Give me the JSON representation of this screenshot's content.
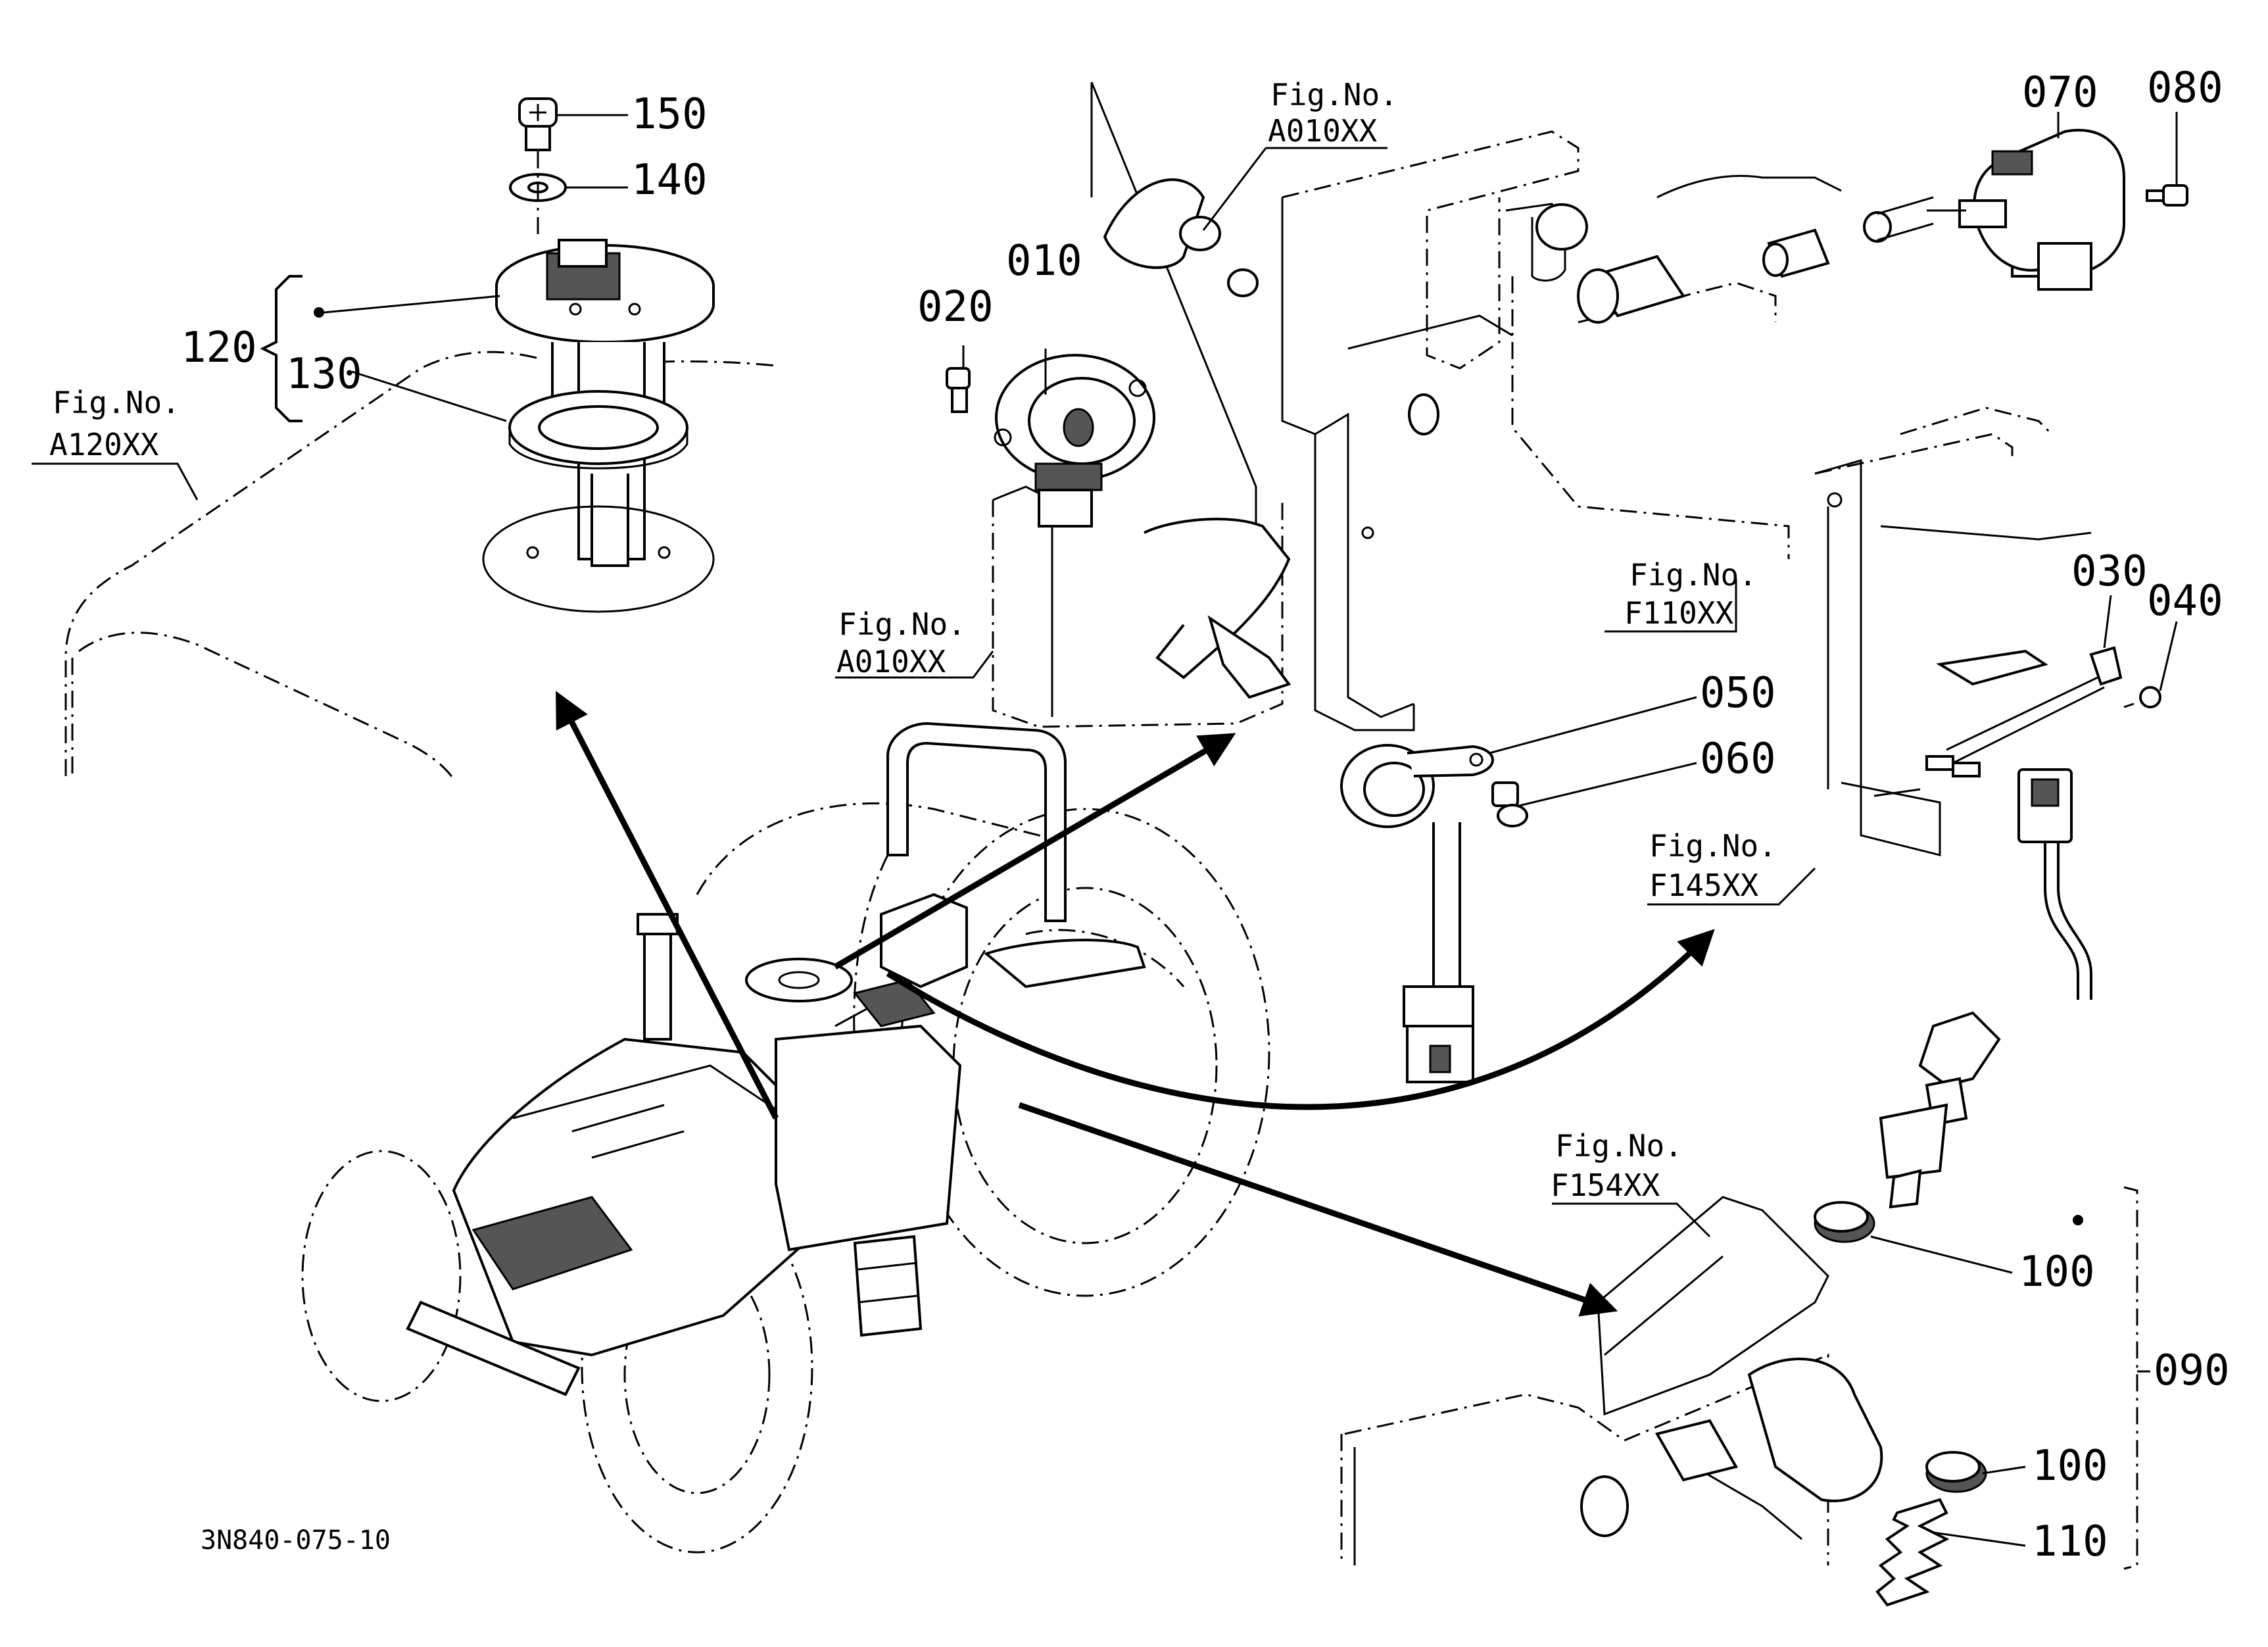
{
  "drawing_code": "3N840-075-10",
  "figure_refs": {
    "a120": {
      "title": "Fig.No.",
      "code": "A120XX"
    },
    "a010_top": {
      "title": "Fig.No.",
      "code": "A010XX"
    },
    "a010_mid": {
      "title": "Fig.No.",
      "code": "A010XX"
    },
    "f110": {
      "title": "Fig.No.",
      "code": "F110XX"
    },
    "f145": {
      "title": "Fig.No.",
      "code": "F145XX"
    },
    "f154": {
      "title": "Fig.No.",
      "code": "F154XX"
    }
  },
  "part_labels": {
    "p150": "150",
    "p140": "140",
    "p120": "120",
    "p130": "130",
    "p010": "010",
    "p020": "020",
    "p070": "070",
    "p080": "080",
    "p030": "030",
    "p040": "040",
    "p050": "050",
    "p060": "060",
    "p100a": "100",
    "p090": "090",
    "p100b": "100",
    "p110": "110"
  }
}
